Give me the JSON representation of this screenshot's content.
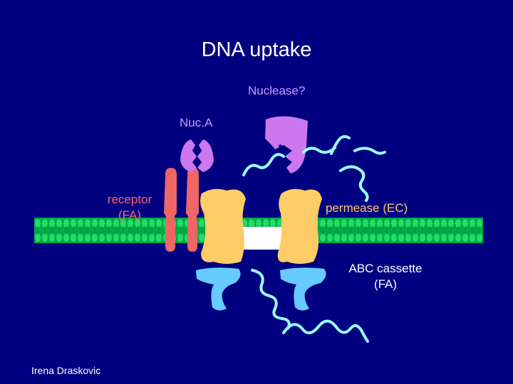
{
  "slide": {
    "title": "DNA uptake",
    "labels": {
      "nuclease_question": "Nuclease?",
      "nuca": "Nuc.A",
      "receptor_line1": "receptor",
      "receptor_line2": "(FA)",
      "permease": "permease (EC)",
      "abc_line1": "ABC cassette",
      "abc_line2": "(FA)"
    },
    "author": "Irena Draskovic"
  },
  "colors": {
    "background": "#000080",
    "membrane": "#00aa44",
    "membrane_lipid": "#22dd66",
    "nuclease": "#cc77ee",
    "receptor": "#ee6666",
    "permease": "#ffcc66",
    "abc": "#66ccff",
    "dna": "#99ffff",
    "channel": "#ffffff"
  },
  "icons": [
    "nuclease-icon",
    "receptor-icon",
    "permease-icon",
    "abc-cassette-icon",
    "dna-strand-icon",
    "membrane-icon"
  ]
}
